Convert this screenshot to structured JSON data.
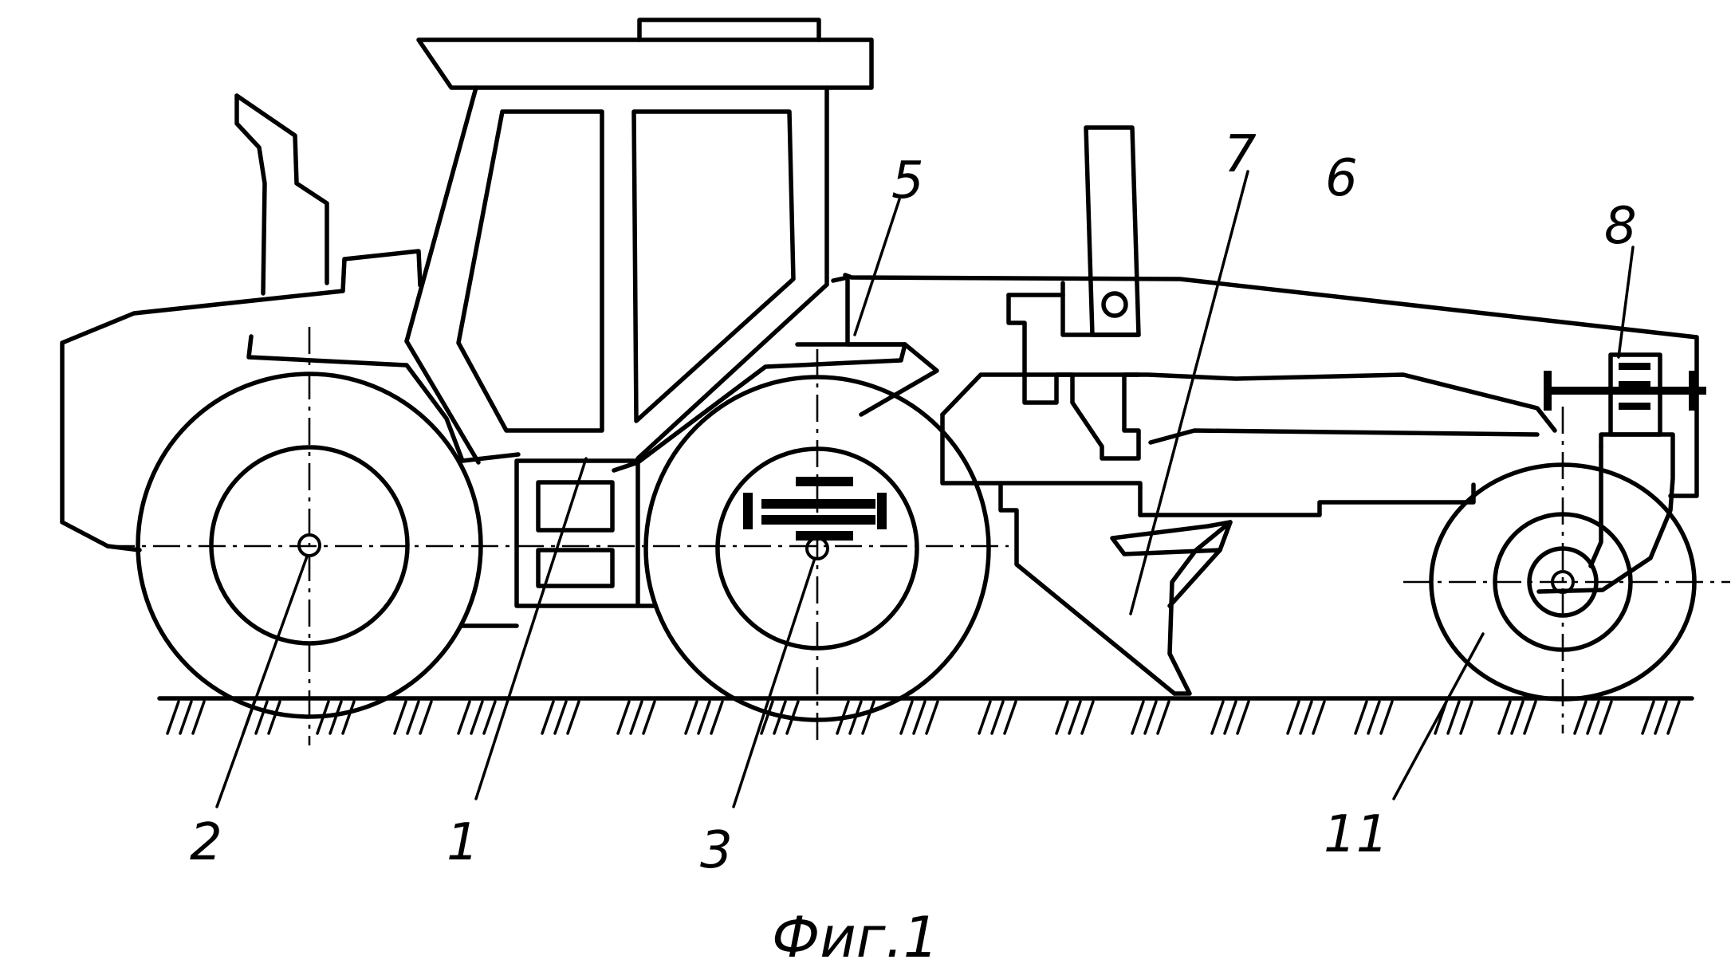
{
  "figure": {
    "caption": "Фиг.1",
    "labels": {
      "label_1": "1",
      "label_2": "2",
      "label_3": "3",
      "label_5": "5",
      "label_6": "6",
      "label_7": "7",
      "label_8": "8",
      "label_11": "11"
    }
  }
}
